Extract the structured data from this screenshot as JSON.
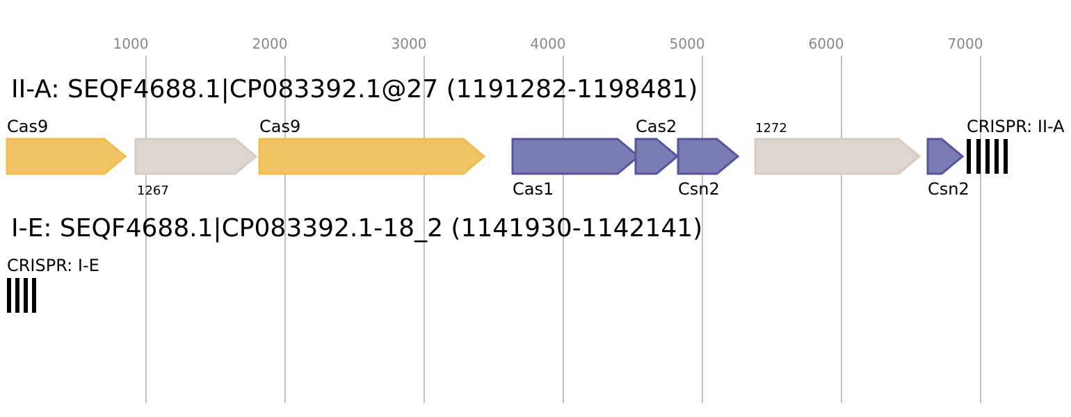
{
  "colors": {
    "cas9": "#f0c463",
    "cas9_stroke": "#f0bd4a",
    "cas_adapt": "#7b7cb4",
    "cas_adapt_stroke": "#5455a0",
    "unknown": "#ddd5d0",
    "unknown_stroke": "#d8cbc1",
    "grid": "#c0c0c0",
    "tick_text": "#888888",
    "crispr": "#000000"
  },
  "axis": {
    "ticks": [
      "1000",
      "2000",
      "3000",
      "4000",
      "5000",
      "6000",
      "7000"
    ]
  },
  "loci": [
    {
      "title": "II-A: SEQF4688.1|CP083392.1@27 (1191282-1198481)",
      "genes": [
        {
          "label": "Cas9",
          "kind": "cas9",
          "label_pos": "above"
        },
        {
          "label": "1267",
          "kind": "unknown",
          "label_pos": "below-small"
        },
        {
          "label": "Cas9",
          "kind": "cas9",
          "label_pos": "above"
        },
        {
          "label": "Cas1",
          "kind": "cas_adapt",
          "label_pos": "below"
        },
        {
          "label": "Cas2",
          "kind": "cas_adapt",
          "label_pos": "above"
        },
        {
          "label": "Csn2",
          "kind": "cas_adapt",
          "label_pos": "below"
        },
        {
          "label": "1272",
          "kind": "unknown",
          "label_pos": "above-small"
        },
        {
          "label": "Csn2",
          "kind": "cas_adapt",
          "label_pos": "below"
        }
      ],
      "crispr": {
        "label": "CRISPR: II-A",
        "repeats": 5
      }
    },
    {
      "title": "I-E: SEQF4688.1|CP083392.1-18_2 (1141930-1142141)",
      "genes": [],
      "crispr": {
        "label": "CRISPR: I-E",
        "repeats": 4
      }
    }
  ]
}
